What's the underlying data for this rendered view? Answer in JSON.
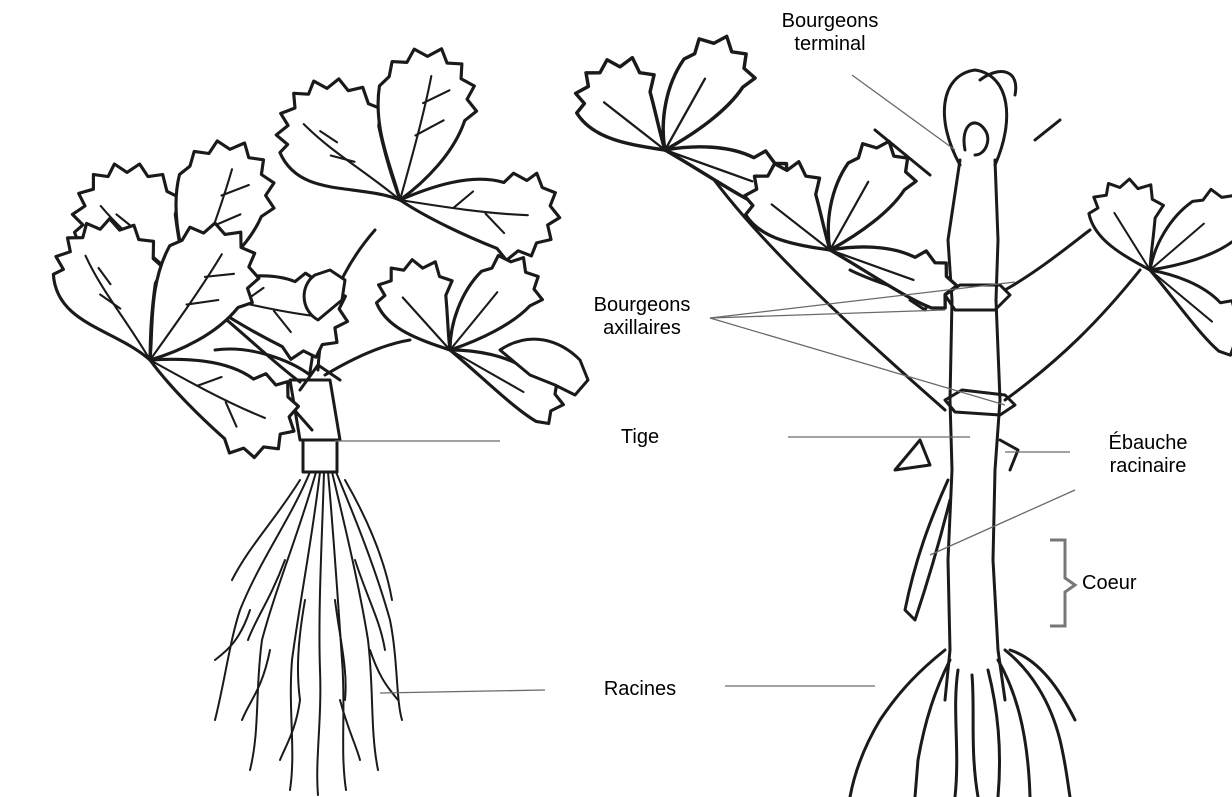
{
  "labels": {
    "bourgeons_terminal": [
      "Bourgeons",
      "terminal"
    ],
    "bourgeons_axillaires": [
      "Bourgeons",
      "axillaires"
    ],
    "tige": "Tige",
    "ebauche_racinaire": [
      "Ébauche",
      "racinaire"
    ],
    "coeur": "Coeur",
    "racines": "Racines"
  }
}
